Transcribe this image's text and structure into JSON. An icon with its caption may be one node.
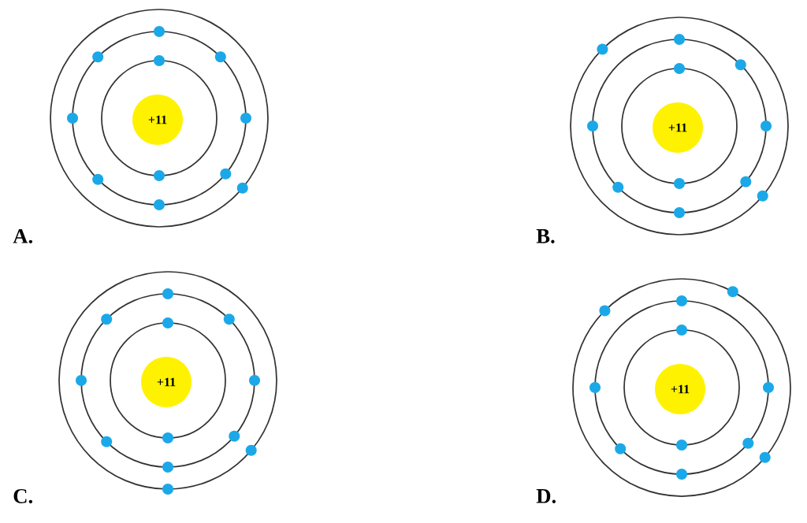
{
  "diagram": {
    "nodes": [
      {
        "text": [
          "+11"
        ]
      },
      {
        "text": [
          "+11"
        ]
      },
      {
        "text": [
          "+11"
        ]
      },
      {
        "text": [
          "+11"
        ]
      }
    ],
    "labels": [
      "A.",
      "B.",
      "C.",
      "D."
    ]
  }
}
